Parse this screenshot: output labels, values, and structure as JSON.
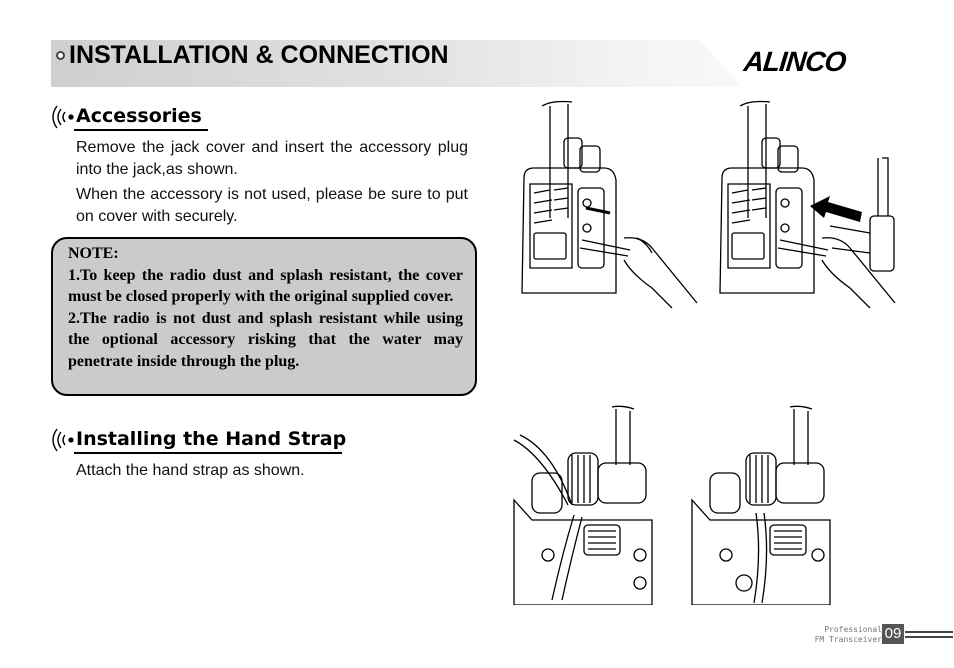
{
  "header": {
    "title": "INSTALLATION & CONNECTION",
    "logo": "ALINCO"
  },
  "accessories": {
    "heading": "Accessories",
    "paragraph1": "Remove the jack cover and insert the accessory plug into the jack,as shown.",
    "paragraph2": "When the accessory is not used, please be sure to put on cover with securely."
  },
  "note": {
    "label": "NOTE:",
    "item1": "1.To keep the radio dust and splash resistant, the cover must be closed properly with the original supplied cover.",
    "item2": "2.The radio is not dust and splash resistant while using the optional accessory risking that the water may penetrate inside through the plug."
  },
  "hand_strap": {
    "heading": "Installing the Hand Strap",
    "paragraph": "Attach the hand strap as shown."
  },
  "footer": {
    "line1": "Professional",
    "line2": "FM Transceiver",
    "page_number": "09"
  }
}
